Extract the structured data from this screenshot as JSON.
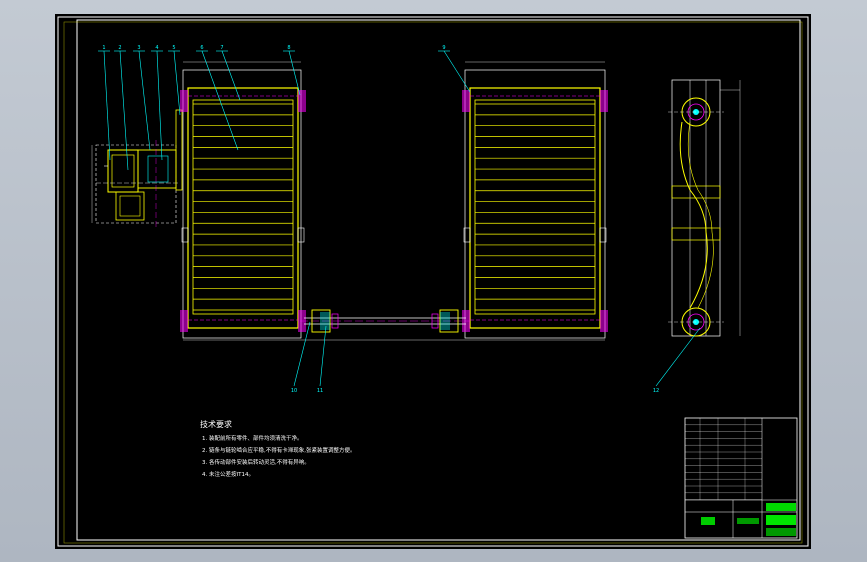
{
  "drawing": {
    "background": "#000000",
    "frame_color": "#ffff00",
    "line_color": "#ffffff",
    "accent_magenta": "#ff00ff",
    "accent_cyan": "#00ffff",
    "accent_green": "#00ff00",
    "balloons": [
      "1",
      "2",
      "3",
      "4",
      "5",
      "6",
      "7",
      "8",
      "9",
      "10",
      "11",
      "12"
    ],
    "tech_title": "技术要求",
    "tech_notes": [
      "1. 装配前所有零件、部件均须清洗干净。",
      "2. 链条与链轮啮合应平稳,不得有卡滞现象,张紧装置调整方便。",
      "3. 各传动部件安装后转动灵活,不得有异响。",
      "4. 未注公差按IT14。"
    ]
  }
}
